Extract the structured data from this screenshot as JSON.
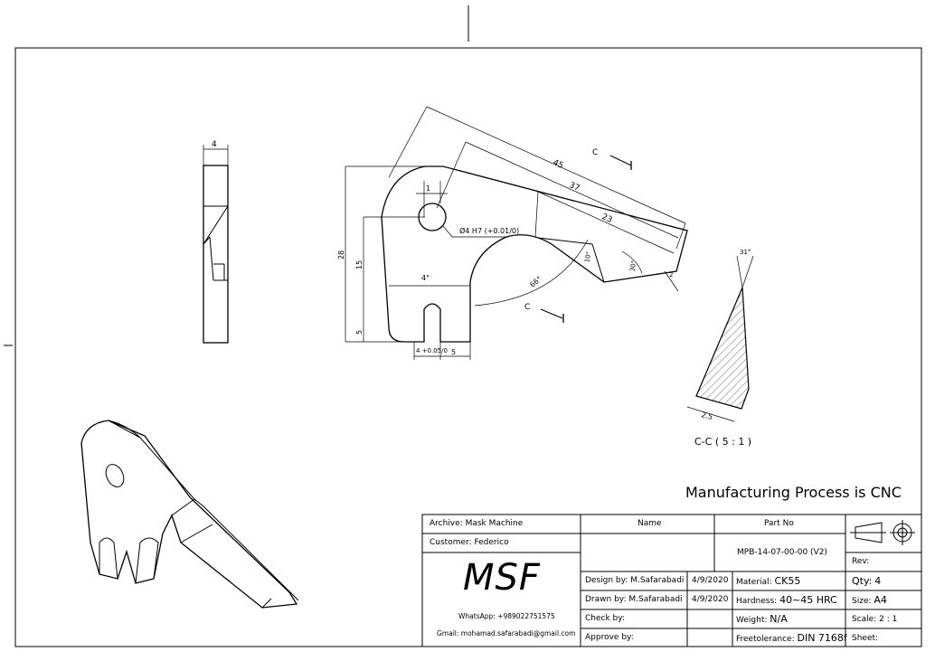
{
  "process_note": "Manufacturing Process is CNC",
  "section_label": "C-C ( 5 : 1 )",
  "section_markers": [
    "C",
    "C"
  ],
  "dimensions": {
    "side_width": "4",
    "d45": "45",
    "d37": "37",
    "d23": "23",
    "d1": "1",
    "d28": "28",
    "d15": "15",
    "d5_left": "5",
    "d4h7": "Ø4 H7 (+0.01/0)",
    "ang4": "4°",
    "ang66": "66°",
    "ang10": "10°",
    "ang30": "30°",
    "d2": "2",
    "slot_w": "4 +0.05/0",
    "d5_bottom": "5",
    "sect_angle": "31°",
    "sect_width": "2.5"
  },
  "title_block": {
    "archive": "Archive: Mask Machine",
    "customer": "Customer: Federico",
    "logo": "MSF",
    "whatsapp": "WhatsApp: +989022751575",
    "gmail": "Gmail: mohamad.safarabadi@gmail.com",
    "name_header": "Name",
    "partno_header": "Part No",
    "part_no": "MPB-14-07-00-00 (V2)",
    "rev": "Rev:",
    "design_by": "Design by: M.Safarabadi",
    "design_date": "4/9/2020",
    "drawn_by": "Drawn by: M.Safarabadi",
    "drawn_date": "4/9/2020",
    "check_by": "Check by:",
    "approve_by": "Approve by:",
    "material_label": "Material:",
    "material": "CK55",
    "hardness_label": "Hardness:",
    "hardness": "40~45 HRC",
    "weight_label": "Weight:",
    "weight": "N/A",
    "tolerance_label": "Freetolerance:",
    "tolerance": "DIN 7168f",
    "qty_label": "Qty:",
    "qty": "4",
    "size_label": "Size:",
    "size": "A4",
    "scale": "Scale: 2 : 1",
    "sheet": "Sheet:"
  }
}
